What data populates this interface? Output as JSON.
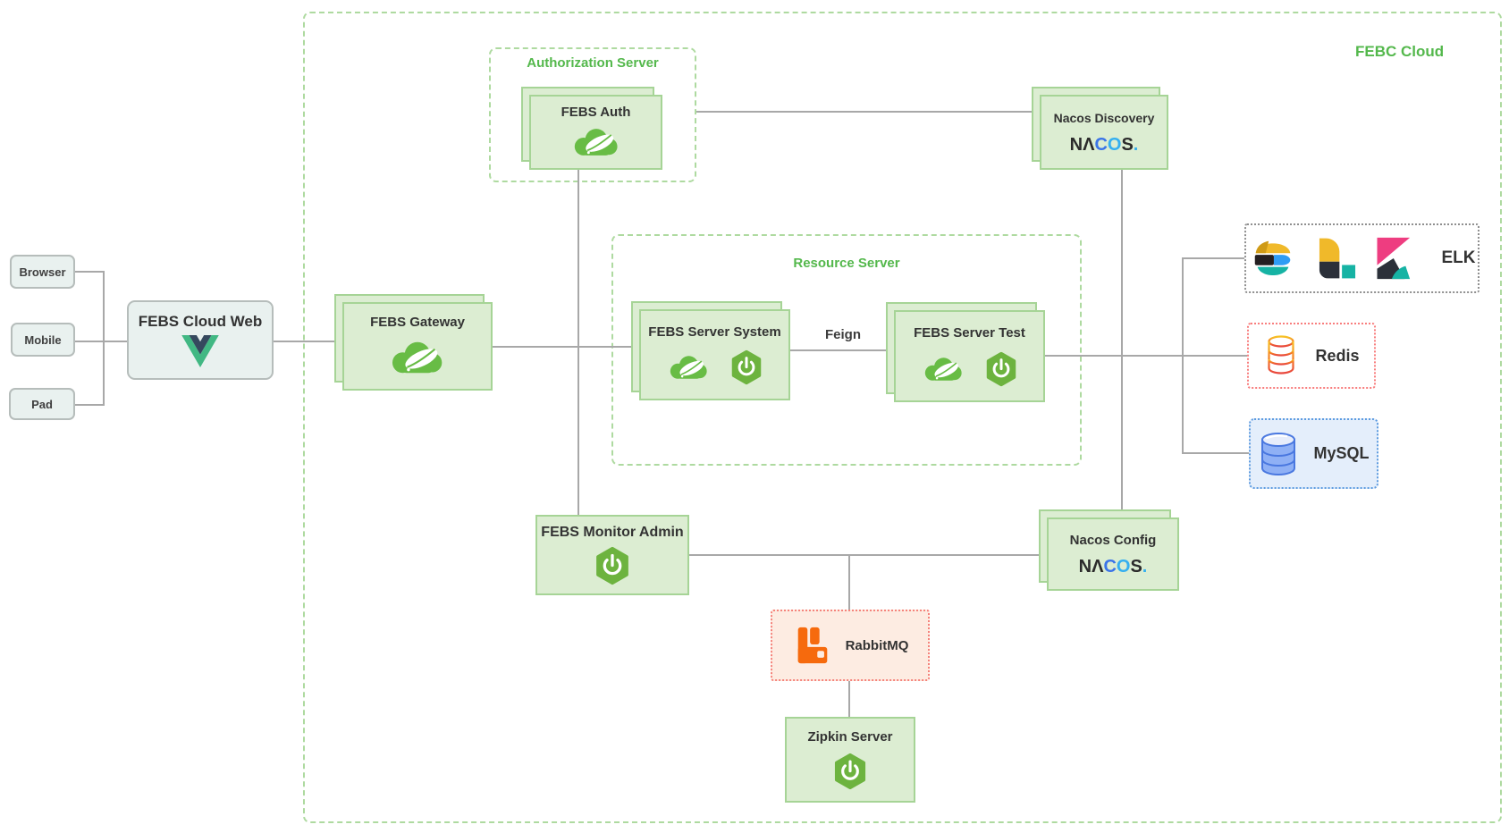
{
  "diagram": {
    "cloud_label": "FEBC Cloud",
    "groups": {
      "authorization_server": "Authorization Server",
      "resource_server": "Resource Server"
    },
    "clients": {
      "browser": "Browser",
      "mobile": "Mobile",
      "pad": "Pad"
    },
    "nodes": {
      "febs_cloud_web": "FEBS Cloud Web",
      "febs_gateway": "FEBS Gateway",
      "febs_auth": "FEBS Auth",
      "nacos_discovery": "Nacos Discovery",
      "febs_server_system": "FEBS Server System",
      "febs_server_test": "FEBS Server Test",
      "febs_monitor_admin": "FEBS Monitor Admin",
      "nacos_config": "Nacos Config",
      "rabbitmq": "RabbitMQ",
      "zipkin_server": "Zipkin Server",
      "elk": "ELK",
      "redis": "Redis",
      "mysql": "MySQL"
    },
    "edges": {
      "feign_label": "Feign"
    },
    "logos": {
      "nacos_parts": [
        "N",
        "Λ",
        "C",
        "O",
        "S",
        "."
      ]
    },
    "colors": {
      "group_border_green": "#aedaa0",
      "node_green_fill": "#dcedd2",
      "node_green_border": "#a6d496",
      "label_green": "#54b84c",
      "line_gray": "#a8a8a8",
      "client_fill": "#e9f1ef",
      "client_border": "#b6bdbb",
      "rabbit_fill": "#fdece2",
      "rabbit_border": "#f5837b",
      "rabbit_orange": "#f66a0d",
      "redis_border": "#f87d7d",
      "mysql_fill": "#e4eefb",
      "mysql_border": "#5e9ce0",
      "spring_cloud_green": "#68bc45",
      "spring_boot_green": "#6db33f",
      "vue_green": "#41b883",
      "vue_navy": "#35495e"
    }
  }
}
